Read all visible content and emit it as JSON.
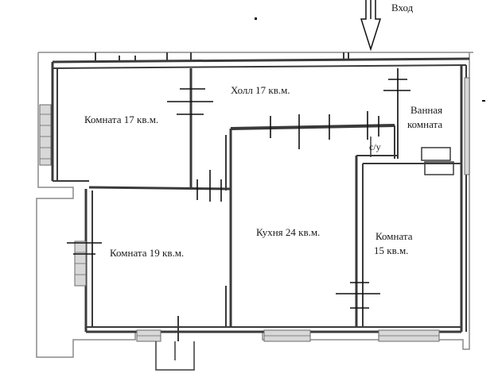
{
  "entrance": {
    "label": "Вход"
  },
  "rooms": {
    "room_17": "Комната 17 кв.м.",
    "hall_17": "Холл 17 кв.м.",
    "bathroom_line1": "Ванная",
    "bathroom_line2": "комната",
    "toilet": "с/у",
    "room_19": "Комната 19 кв.м.",
    "kitchen_24": "Кухня 24 кв.м.",
    "room_15_line1": "Комната",
    "room_15_line2": "15 кв.м."
  },
  "colors": {
    "wall": "#3a3a3a",
    "wall_light": "#8a8a8a",
    "ink": "#111111",
    "window": "#6a6a6a"
  }
}
